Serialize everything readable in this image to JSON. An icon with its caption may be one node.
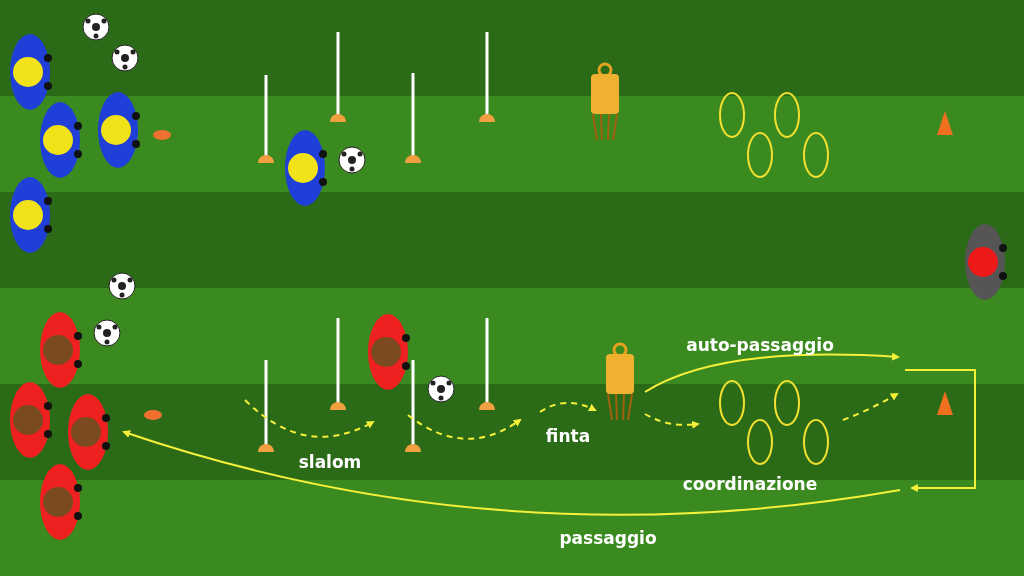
{
  "diagram": {
    "labels": [
      "auto-passaggio",
      "slalom",
      "finta",
      "coordinazione",
      "passaggio"
    ]
  }
}
